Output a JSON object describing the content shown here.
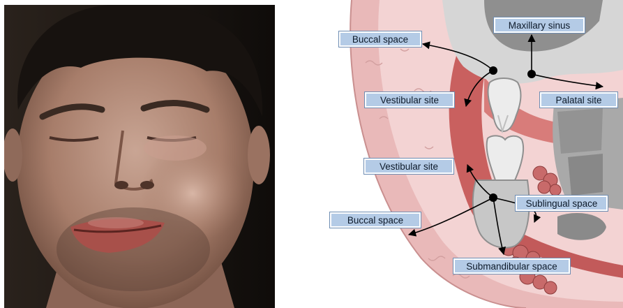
{
  "photo": {
    "subject": "patient-face-swelling"
  },
  "diagram": {
    "labels": {
      "maxillary_sinus": "Maxillary sinus",
      "buccal_space_upper": "Buccal space",
      "vestibular_site_upper": "Vestibular site",
      "palatal_site": "Palatal site",
      "vestibular_site_lower": "Vestibular site",
      "sublingual_space": "Sublingual space",
      "buccal_space_lower": "Buccal space",
      "submandibular_space": "Submandibular space"
    },
    "colors": {
      "mucosa": "#e9b9b9",
      "mucosa_dark": "#c9605f",
      "tissue_light": "#f6dcdc",
      "bone_gray": "#bfbfbf",
      "sinus_gray": "#8f8f8f",
      "label_fill": "#b4cbe6",
      "label_border": "#6e8db3",
      "arrow": "#000000"
    }
  }
}
